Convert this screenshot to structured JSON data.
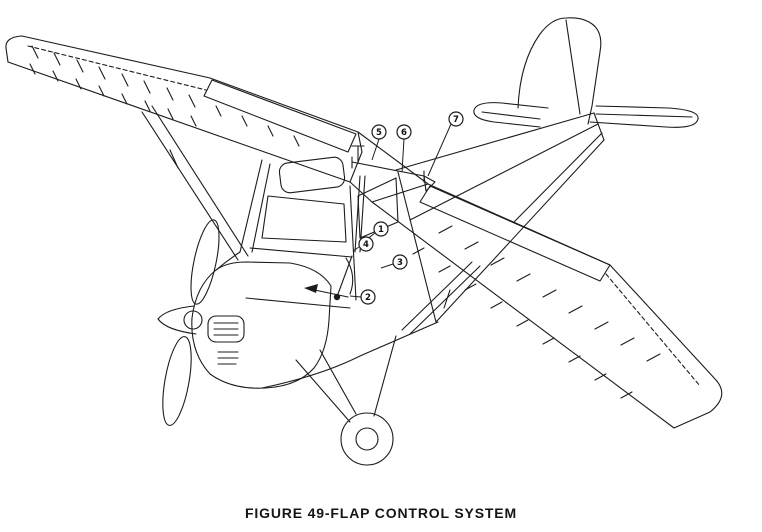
{
  "figure": {
    "caption": "FIGURE 49-FLAP CONTROL SYSTEM"
  },
  "callouts": [
    {
      "n": "1"
    },
    {
      "n": "2"
    },
    {
      "n": "3"
    },
    {
      "n": "4"
    },
    {
      "n": "5"
    },
    {
      "n": "6"
    },
    {
      "n": "7"
    }
  ],
  "colors": {
    "ink": "#1c1c1c",
    "paper": "#ffffff"
  }
}
